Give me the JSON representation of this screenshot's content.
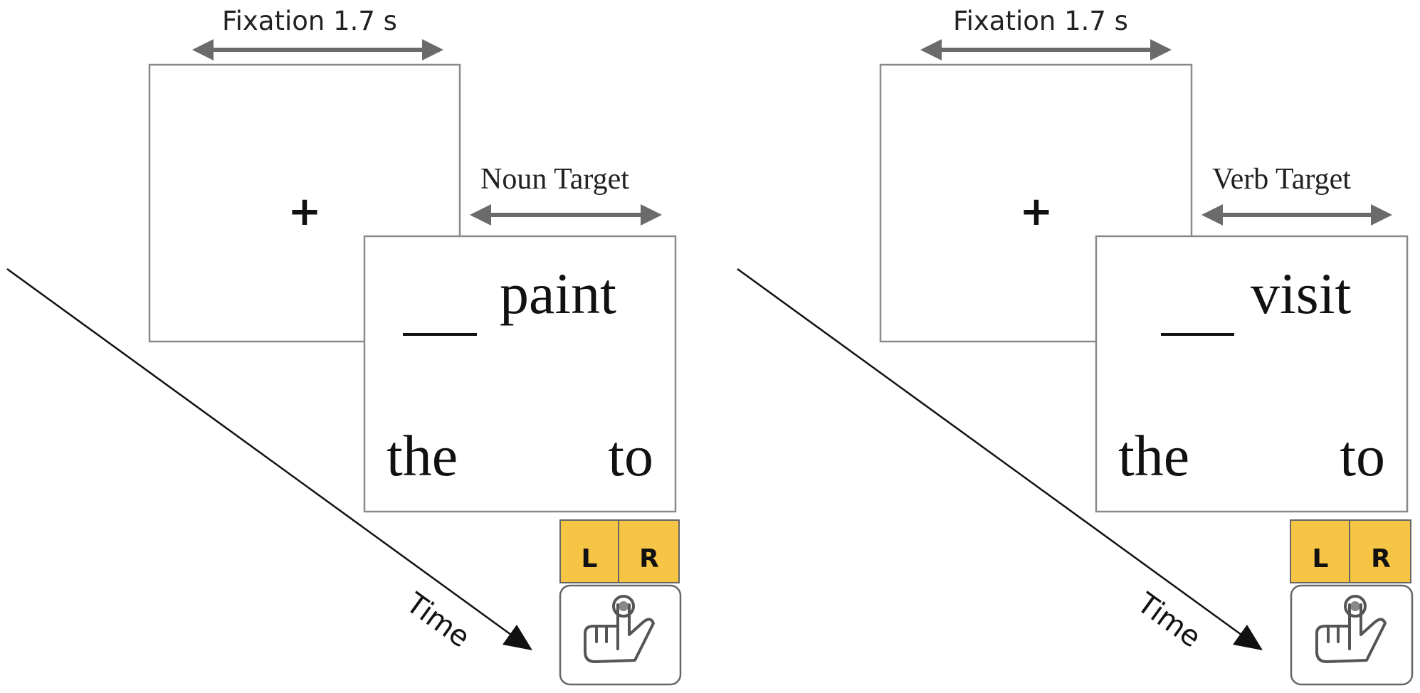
{
  "panels": [
    {
      "fixation_label": "Fixation 1.7 s",
      "fixation_symbol": "+",
      "target_label": "Noun Target",
      "blank": "__",
      "target_word": "paint",
      "left_word": "the",
      "right_word": "to",
      "left_key": "L",
      "right_key": "R",
      "time_label": "Time"
    },
    {
      "fixation_label": "Fixation 1.7 s",
      "fixation_symbol": "+",
      "target_label": "Verb Target",
      "blank": "__",
      "target_word": "visit",
      "left_word": "the",
      "right_word": "to",
      "left_key": "L",
      "right_key": "R",
      "time_label": "Time"
    }
  ],
  "colors": {
    "key_fill": "#F7C545",
    "arrow_gray": "#6b6b6b",
    "frame_gray": "#8a8a8a",
    "hand_icon": "hand-pointing-icon"
  }
}
